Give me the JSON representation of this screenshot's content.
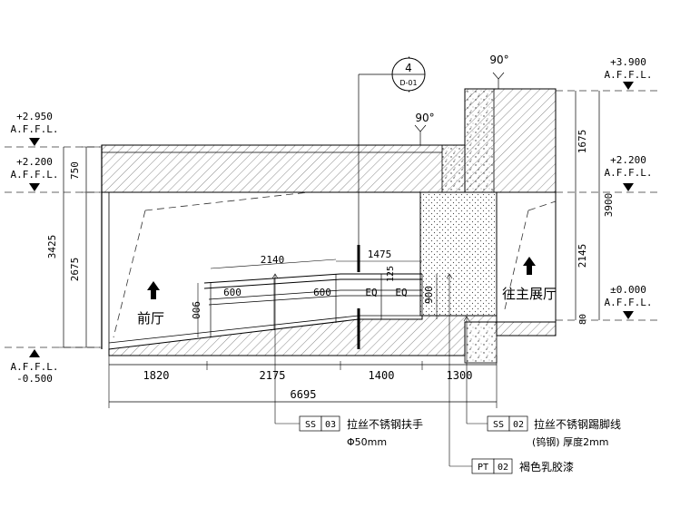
{
  "levels": {
    "top_left_1": {
      "value": "+2.950",
      "tag": "A.F.F.L."
    },
    "top_left_2": {
      "value": "+2.200",
      "tag": "A.F.F.L."
    },
    "bottom_left": {
      "tag": "A.F.F.L.",
      "value": "-0.500"
    },
    "top_right_1": {
      "value": "+3.900",
      "tag": "A.F.F.L."
    },
    "top_right_2": {
      "value": "+2.200",
      "tag": "A.F.F.L."
    },
    "mid_right": {
      "value": "±0.000",
      "tag": "A.F.F.L."
    }
  },
  "section_marker": {
    "number": "4",
    "ref": "D-01"
  },
  "angles": {
    "a1": "90°",
    "a2": "90°"
  },
  "dims_left": {
    "d750": "750",
    "d3425": "3425",
    "d2675": "2675"
  },
  "dims_right": {
    "d1675": "1675",
    "d3900": "3900",
    "d2145": "2145",
    "d80": "80"
  },
  "dims_bottom": {
    "d1820": "1820",
    "d2175": "2175",
    "d1400": "1400",
    "d1300": "1300",
    "total": "6695"
  },
  "dims_inner": {
    "d2140": "2140",
    "d1475": "1475",
    "d600a": "600",
    "d600b": "600",
    "eq1": "EQ",
    "eq2": "EQ",
    "d125": "125",
    "d900a": "900",
    "d900b": "900"
  },
  "rooms": {
    "front": "前厅",
    "main": "往主展厅"
  },
  "callouts": [
    {
      "code": "SS",
      "num": "03",
      "line1": "拉丝不锈钢扶手",
      "line2": "Φ50mm"
    },
    {
      "code": "SS",
      "num": "02",
      "line1": "拉丝不锈钢踢脚线",
      "line2": "(钨钢) 厚度2mm"
    },
    {
      "code": "PT",
      "num": "02",
      "line1": "褐色乳胶漆"
    }
  ]
}
